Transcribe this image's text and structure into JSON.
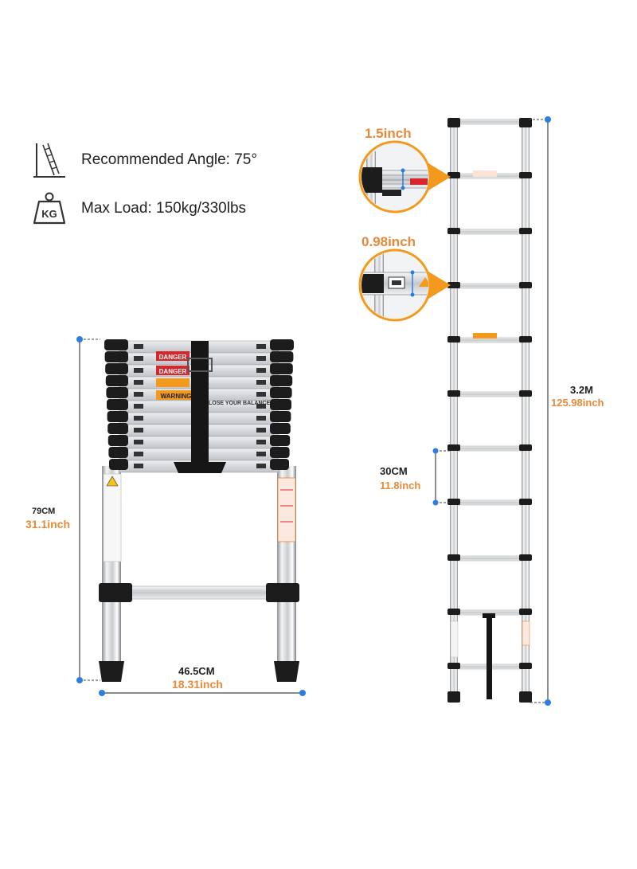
{
  "specs": {
    "angle": {
      "icon": "ladder-angle-icon",
      "text": "Recommended Angle: 75°"
    },
    "load": {
      "icon": "kg-weight-icon",
      "icon_text": "KG",
      "text": "Max Load: 150kg/330lbs"
    }
  },
  "dimensions": {
    "closed_height": {
      "metric": "79CM",
      "imperial": "31.1inch"
    },
    "width": {
      "metric": "46.5CM",
      "imperial": "18.31inch"
    },
    "extended_height": {
      "metric": "3.2M",
      "imperial": "125.98inch"
    },
    "step_spacing": {
      "metric": "30CM",
      "imperial": "11.8inch"
    }
  },
  "callouts": {
    "rung_depth": "1.5inch",
    "tube_width": "0.98inch"
  },
  "labels": {
    "danger": "DANGER",
    "warning": "WARNING",
    "balance": "LOSE YOUR BALANCE"
  },
  "colors": {
    "accent": "#e8893a",
    "dimension_dot": "#2f7de1",
    "danger_red": "#d9262b",
    "warning_orange": "#f39a1e",
    "aluminium": "#d6d8da",
    "cap_black": "#1c1c1c"
  }
}
